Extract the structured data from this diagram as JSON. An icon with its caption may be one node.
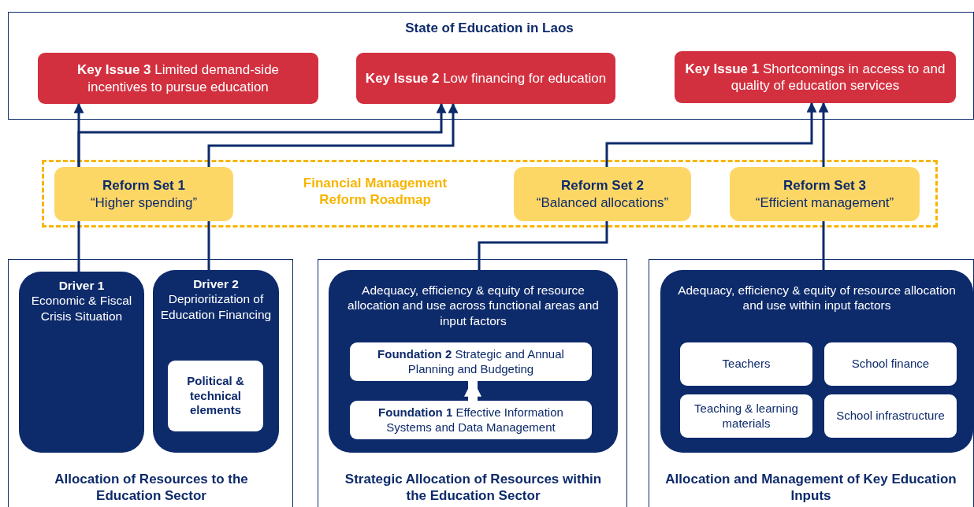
{
  "diagram": {
    "nodes": [
      {
        "text": [
          "State of Education in Laos"
        ]
      },
      {
        "text": [
          "**Key Issue 3**  Limited demand-side incentives to pursue education"
        ],
        "in": 0
      },
      {
        "text": [
          "**Key Issue 2**  Low financing for education"
        ],
        "in": 0
      },
      {
        "text": [
          "**Key Issue 1**  Shortcomings in access to and quality of education services"
        ],
        "in": 0
      },
      {
        "text": [
          "Financial Management Reform Roadmap"
        ]
      },
      {
        "text": [
          "Reform Set 1",
          "“Higher spending”"
        ],
        "in": 4
      },
      {
        "text": [
          "Reform Set 2",
          "“Balanced allocations”"
        ],
        "in": 4
      },
      {
        "text": [
          "Reform Set 3",
          "“Efficient management”"
        ],
        "in": 4
      },
      {
        "text": [
          "Allocation of Resources to the Education Sector"
        ]
      },
      {
        "text": [
          "Driver 1",
          "Economic & Fiscal Crisis Situation"
        ],
        "in": 8
      },
      {
        "text": [
          "Driver 2",
          "Deprioritization of Education Financing"
        ],
        "in": 8
      },
      {
        "text": [
          "Political & technical elements"
        ],
        "in": 10
      },
      {
        "text": [
          "Strategic Allocation of Resources within the Education Sector"
        ]
      },
      {
        "text": [
          "Adequacy, efficiency & equity of resource allocation and use across functional areas and input factors"
        ],
        "in": 12
      },
      {
        "text": [
          "**Foundation 2**  Strategic and Annual Planning and Budgeting"
        ],
        "in": 13
      },
      {
        "text": [
          "**Foundation 1**  Effective Information Systems and Data Management"
        ],
        "in": 13
      },
      {
        "text": [
          "Allocation and Management of Key Education Inputs"
        ]
      },
      {
        "text": [
          "Adequacy, efficiency & equity of resource allocation and use within input factors"
        ],
        "in": 16
      },
      {
        "text": [
          "Teachers"
        ],
        "in": 17
      },
      {
        "text": [
          "School finance"
        ],
        "in": 17
      },
      {
        "text": [
          "Teaching & learning materials"
        ],
        "in": 17
      },
      {
        "text": [
          "School infrastructure"
        ],
        "in": 17
      }
    ],
    "edges": [
      {
        "from": 9,
        "to": 5,
        "arrow": "none"
      },
      {
        "from": 10,
        "to": 5,
        "arrow": "none"
      },
      {
        "from": 5,
        "to": 1,
        "arrow": "to"
      },
      {
        "from": 5,
        "to": 2,
        "arrow": "to"
      },
      {
        "from": 5,
        "to": 2,
        "arrow": "to"
      },
      {
        "from": 13,
        "to": 6,
        "arrow": "none"
      },
      {
        "from": 6,
        "to": 3,
        "arrow": "to"
      },
      {
        "from": 17,
        "to": 7,
        "arrow": "none"
      },
      {
        "from": 7,
        "to": 3,
        "arrow": "to"
      },
      {
        "from": 15,
        "to": 14,
        "arrow": "to",
        "style": "thick",
        "color": "#ffffff"
      }
    ]
  }
}
